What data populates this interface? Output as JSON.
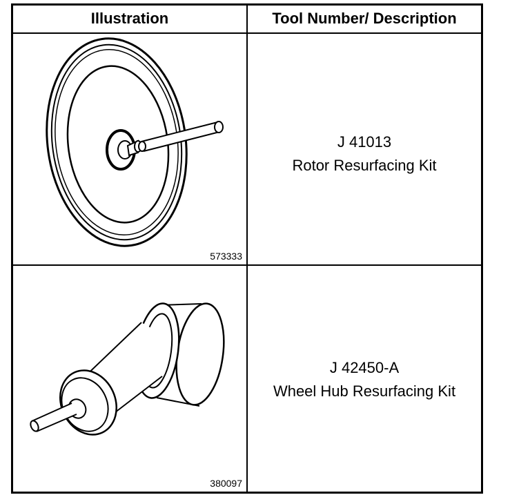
{
  "header": {
    "illustration": "Illustration",
    "description": "Tool Number/ Description"
  },
  "rows": [
    {
      "tool_number": "J 41013",
      "description": "Rotor Resurfacing Kit",
      "figure_number": "573333",
      "icon": "rotor-resurfacing-kit-icon"
    },
    {
      "tool_number": "J 42450-A",
      "description": "Wheel Hub Resurfacing Kit",
      "figure_number": "380097",
      "icon": "wheel-hub-resurfacing-kit-icon"
    }
  ]
}
